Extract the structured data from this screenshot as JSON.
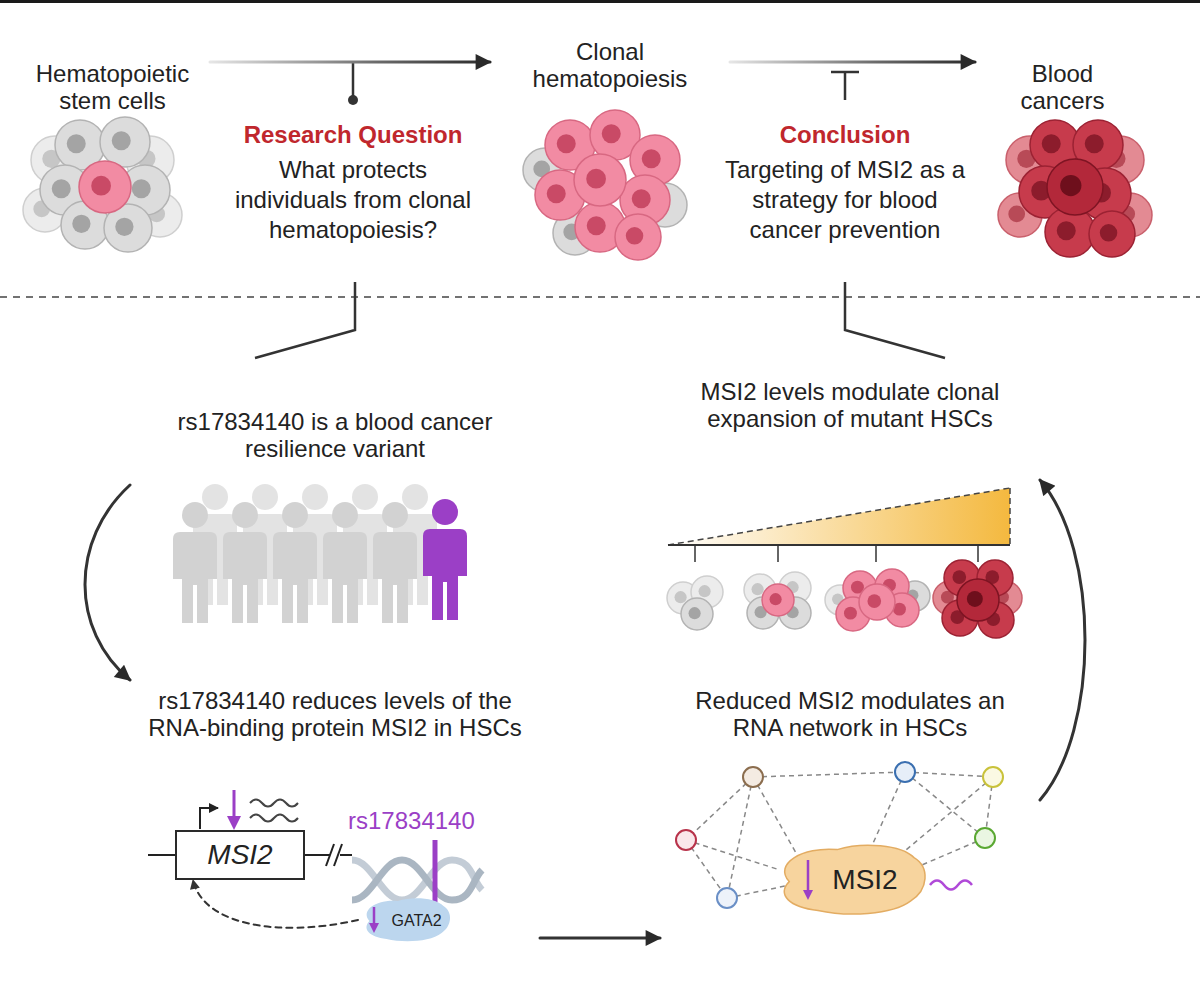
{
  "diagram": {
    "nodes": [
      {
        "text": [
          "Hematopoietic stem cells"
        ]
      },
      {
        "text": [
          "Clonal hematopoiesis"
        ]
      },
      {
        "text": [
          "Blood cancers"
        ]
      },
      {
        "text": [
          "rs17834140 is a blood cancer resilience variant"
        ]
      },
      {
        "text": [
          "rs17834140 reduces levels of the RNA-binding protein MSI2 in HSCs"
        ]
      },
      {
        "text": [
          "MSI2"
        ],
        "in": 4
      },
      {
        "text": [
          "GATA2"
        ],
        "in": 4
      },
      {
        "text": [
          "Reduced MSI2 modulates an RNA network in HSCs"
        ]
      },
      {
        "text": [
          "MSI2"
        ],
        "in": 7
      },
      {
        "text": [
          "MSI2 levels modulate clonal expansion of mutant HSCs"
        ]
      }
    ],
    "edges": [
      {
        "from": 0,
        "to": 1,
        "arrow": "to"
      },
      {
        "from": 1,
        "to": 2,
        "arrow": "to"
      },
      {
        "from": 3,
        "to": 4,
        "arrow": "to"
      },
      {
        "from": 6,
        "to": 5,
        "arrow": "to"
      },
      {
        "from": 4,
        "to": 7,
        "arrow": "to"
      },
      {
        "from": 7,
        "to": 9,
        "arrow": "to"
      }
    ],
    "labels": [
      "Research Question",
      "What protects individuals from clonal hematopoiesis?",
      "Conclusion",
      "Targeting of MSI2 as a strategy for blood cancer prevention",
      "rs17834140"
    ]
  }
}
